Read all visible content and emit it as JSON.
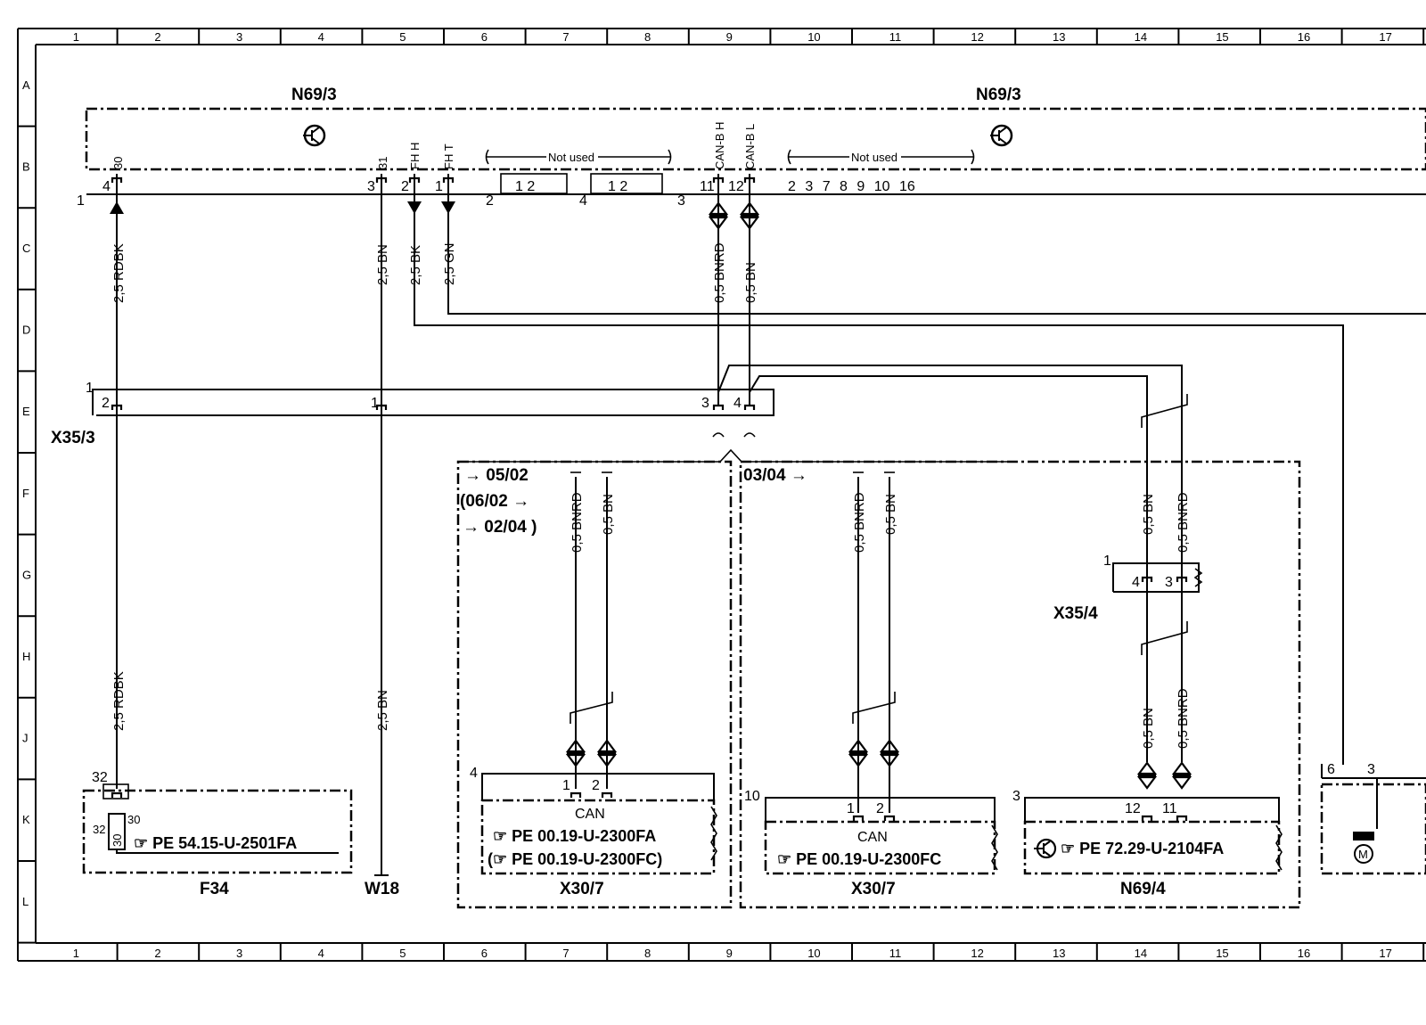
{
  "grid": {
    "columns": [
      "1",
      "2",
      "3",
      "4",
      "5",
      "6",
      "7",
      "8",
      "9",
      "10",
      "11",
      "12",
      "13",
      "14",
      "15",
      "16",
      "17"
    ],
    "rows": [
      "A",
      "B",
      "C",
      "D",
      "E",
      "F",
      "G",
      "H",
      "J",
      "K",
      "L"
    ]
  },
  "modules": {
    "n69_3_left": "N69/3",
    "n69_3_right": "N69/3",
    "not_used_1": "Not used",
    "not_used_2": "Not used",
    "x35_3": "X35/3",
    "x35_4": "X35/4",
    "f34": "F34",
    "w18": "W18",
    "x30_7_a": "X30/7",
    "x30_7_b": "X30/7",
    "n69_4": "N69/4"
  },
  "pins": {
    "t30": "30",
    "t31": "31",
    "fh_h": "FH H",
    "fh_t": "FH T",
    "can_b_h": "CAN-B H",
    "can_b_l": "CAN-B L",
    "p4": "4",
    "p3": "3",
    "p2": "2",
    "p1": "1",
    "p11": "11",
    "p12": "12",
    "nu1": "1 2",
    "nu2": "1 2",
    "nu3": "2 3 7 8 9 10 16",
    "conn1": "1",
    "conn2": "2",
    "conn4": "4",
    "conn3": "3",
    "x35_3_pin1": "1",
    "x35_3_p2": "2",
    "x35_3_p1": "1",
    "x35_3_p3": "3",
    "x35_3_p4": "4",
    "x35_4_pin1": "1",
    "x35_4_p4": "4",
    "x35_4_p3": "3",
    "f34_32a": "32",
    "f34_32b": "32",
    "f34_30a": "30",
    "f34_30b": "30",
    "x30a_conn": "4",
    "x30a_p1": "1",
    "x30a_p2": "2",
    "x30b_conn": "10",
    "x30b_p1": "1",
    "x30b_p2": "2",
    "n69_4_conn": "3",
    "n69_4_p12": "12",
    "n69_4_p11": "11",
    "m_p6": "6",
    "m_p3": "3"
  },
  "wires": {
    "w_rdbk_top": "2,5 RDBK",
    "w_bn_top": "2,5 BN",
    "w_bk": "2,5 BK",
    "w_gn": "2,5 GN",
    "w_bnrd_top": "0,5 BNRD",
    "w_bn05_top": "0,5 BN",
    "w_rdbk_bot": "2,5 RDBK",
    "w_bn_bot": "2,5 BN",
    "w_a_bnrd": "0,5 BNRD",
    "w_a_bn": "0,5 BN",
    "w_b_bnrd": "0,5 BNRD",
    "w_b_bn": "0,5 BN",
    "w_c_bn_top": "0,5 BN",
    "w_c_bnrd_top": "0,5 BNRD",
    "w_c_bn_bot": "0,5 BN",
    "w_c_bnrd_bot": "0,5 BNRD"
  },
  "dates": {
    "d1": "→ 05/02",
    "d2": "(06/02 →",
    "d3": "→ 02/04 )",
    "d4": "03/04 →"
  },
  "labels": {
    "can_a": "CAN",
    "can_b": "CAN"
  },
  "references": {
    "f34_ref": "☞ PE  54.15-U-2501FA",
    "x30a_ref1": "☞ PE  00.19-U-2300FA",
    "x30a_ref2": "(☞ PE  00.19-U-2300FC)",
    "x30b_ref": "☞ PE  00.19-U-2300FC",
    "n69_4_ref": "☞ PE  72.29-U-2104FA"
  }
}
